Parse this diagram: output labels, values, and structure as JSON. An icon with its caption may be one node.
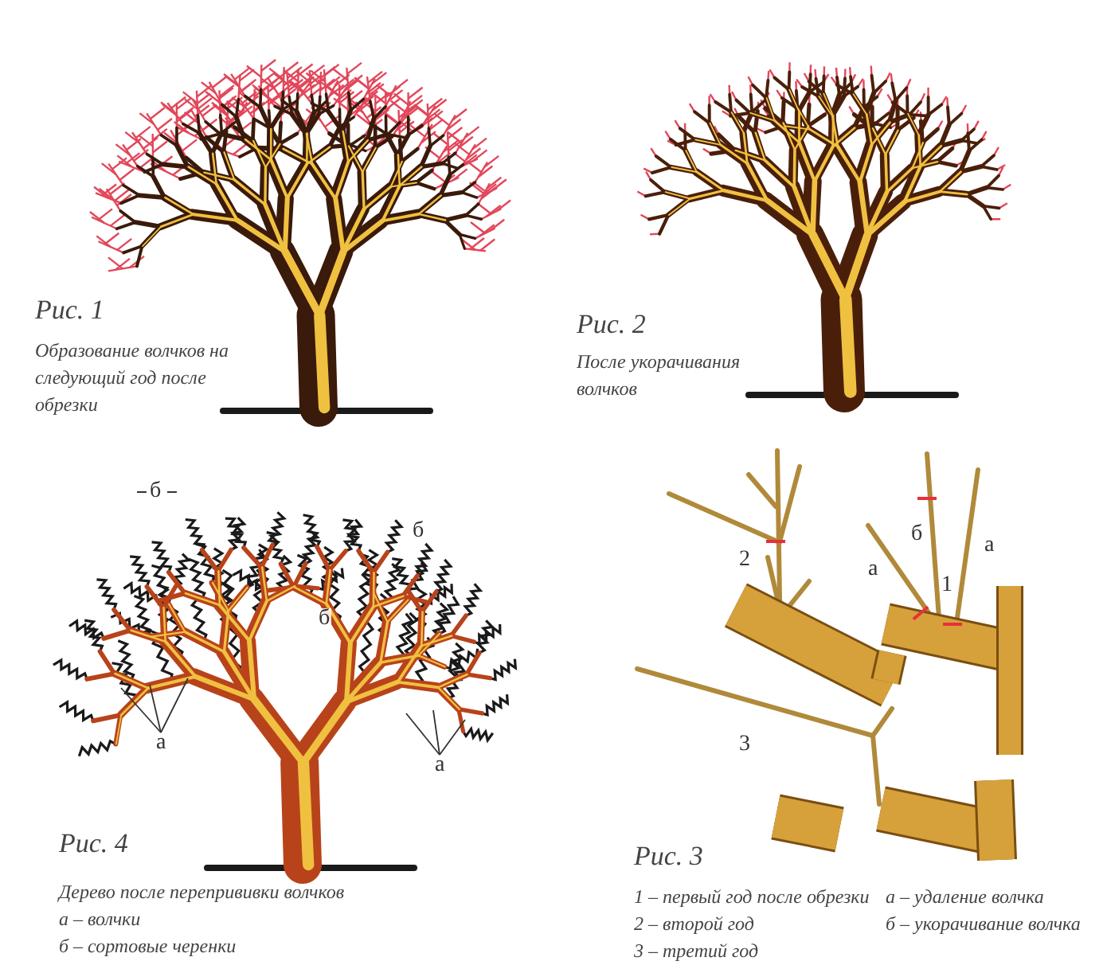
{
  "diagram": {
    "nodes": [
      {
        "text": [
          "а"
        ]
      },
      {
        "text": [
          "а"
        ]
      }
    ],
    "edges": [
      {
        "from": 0,
        "to": null,
        "arrow": "none"
      },
      {
        "from": 0,
        "to": null,
        "arrow": "none"
      },
      {
        "from": 0,
        "to": null,
        "arrow": "none"
      },
      {
        "from": 1,
        "to": null,
        "arrow": "none"
      },
      {
        "from": 1,
        "to": null,
        "arrow": "none"
      },
      {
        "from": 1,
        "to": null,
        "arrow": "none"
      }
    ],
    "labels": [
      "Рис. 1",
      "Образование волчков на следующий год после обрезки",
      "Рис. 2",
      "После укорачивания волчков",
      "б",
      "б",
      "б",
      "2",
      "б",
      "а",
      "1",
      "а",
      "3",
      "Рис. 4",
      "Дерево после перепрививки волчков",
      "а – волчки",
      "б – сортовые черенки",
      "Рис. 3",
      "1 – первый год после обрезки",
      "а – удаление волчка",
      "2 – второй год",
      "б – укорачивание волчка",
      "3 – третий год"
    ]
  }
}
